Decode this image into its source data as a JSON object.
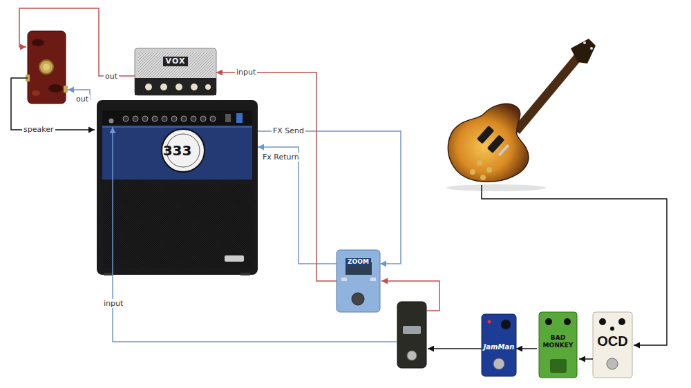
{
  "diagram": {
    "nodes": [
      {
        "text": [
          "VOX"
        ]
      },
      {
        "text": [
          "333"
        ]
      },
      {
        "text": [
          "ZOOM"
        ]
      },
      {
        "text": [
          "JamMan"
        ]
      },
      {
        "text": [
          "BAD MONKEY"
        ]
      },
      {
        "text": [
          "OCD"
        ]
      }
    ],
    "edges": [
      {
        "from": 5,
        "to": 4,
        "arrow": "to"
      },
      {
        "from": 4,
        "to": 3,
        "arrow": "to"
      },
      {
        "from": 1,
        "to": 2,
        "label": "FX Send",
        "arrow": "to"
      },
      {
        "from": 2,
        "to": 1,
        "label": "Fx Return",
        "arrow": "to"
      },
      {
        "from": 2,
        "to": 0,
        "label": "input",
        "arrow": "to"
      }
    ],
    "labels": [
      "out",
      "out",
      "speaker",
      "input"
    ]
  }
}
